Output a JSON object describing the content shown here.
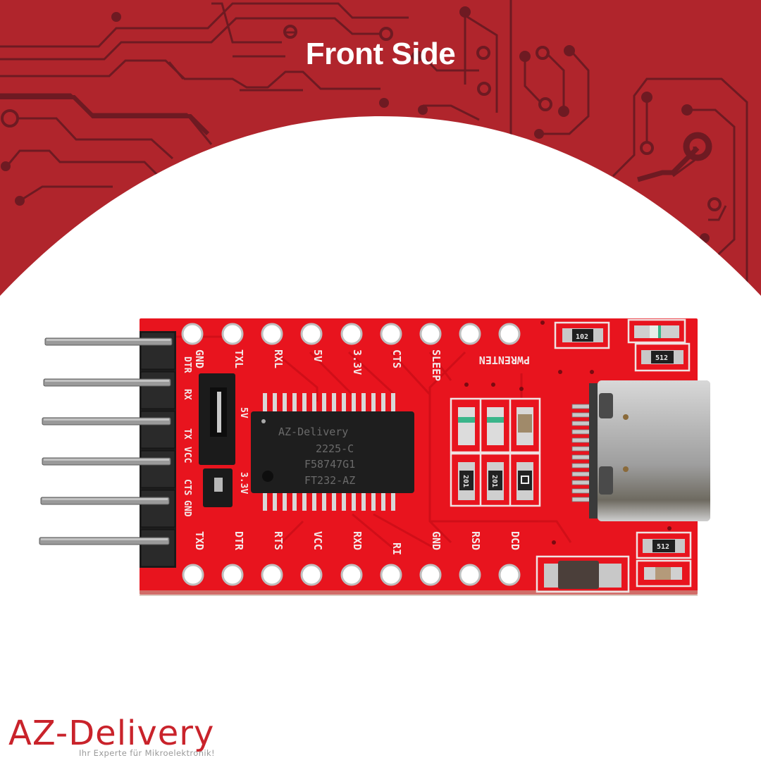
{
  "header": {
    "title": "Front Side"
  },
  "colors": {
    "banner_red": "#b0252c",
    "trace_dark": "#6e1a22",
    "pcb_red": "#e8141e",
    "silkscreen": "#f4e8e8",
    "logo_red": "#c9232b",
    "logo_gray": "#9a9a9a"
  },
  "board": {
    "top_pins": [
      "GND",
      "TXL",
      "RXL",
      "5V",
      "3.3V",
      "CTS",
      "SLEEP",
      "PWRENTEN"
    ],
    "bottom_pins": [
      "TXD",
      "DTR",
      "RTS",
      "VCC",
      "RXD",
      "RI",
      "GND",
      "RSD",
      "DCD"
    ],
    "left_header_labels": [
      "DTR",
      "RX",
      "TX",
      "VCC",
      "CTS",
      "GND"
    ],
    "jumper_labels": [
      "5V",
      "3.3V"
    ],
    "chip": {
      "lines": [
        "AZ-Delivery",
        "2225-C",
        "F58747G1",
        "FT232-AZ"
      ]
    },
    "smd_codes": {
      "top_resistor": "102",
      "right_resistor_top": "512",
      "right_resistor_bottom": "512",
      "mid_resistor_left": "201",
      "mid_resistor_right": "201"
    },
    "connector": "USB-C"
  },
  "logo": {
    "brand": "AZ-Delivery",
    "tagline": "Ihr Experte für Mikroelektronik!"
  }
}
